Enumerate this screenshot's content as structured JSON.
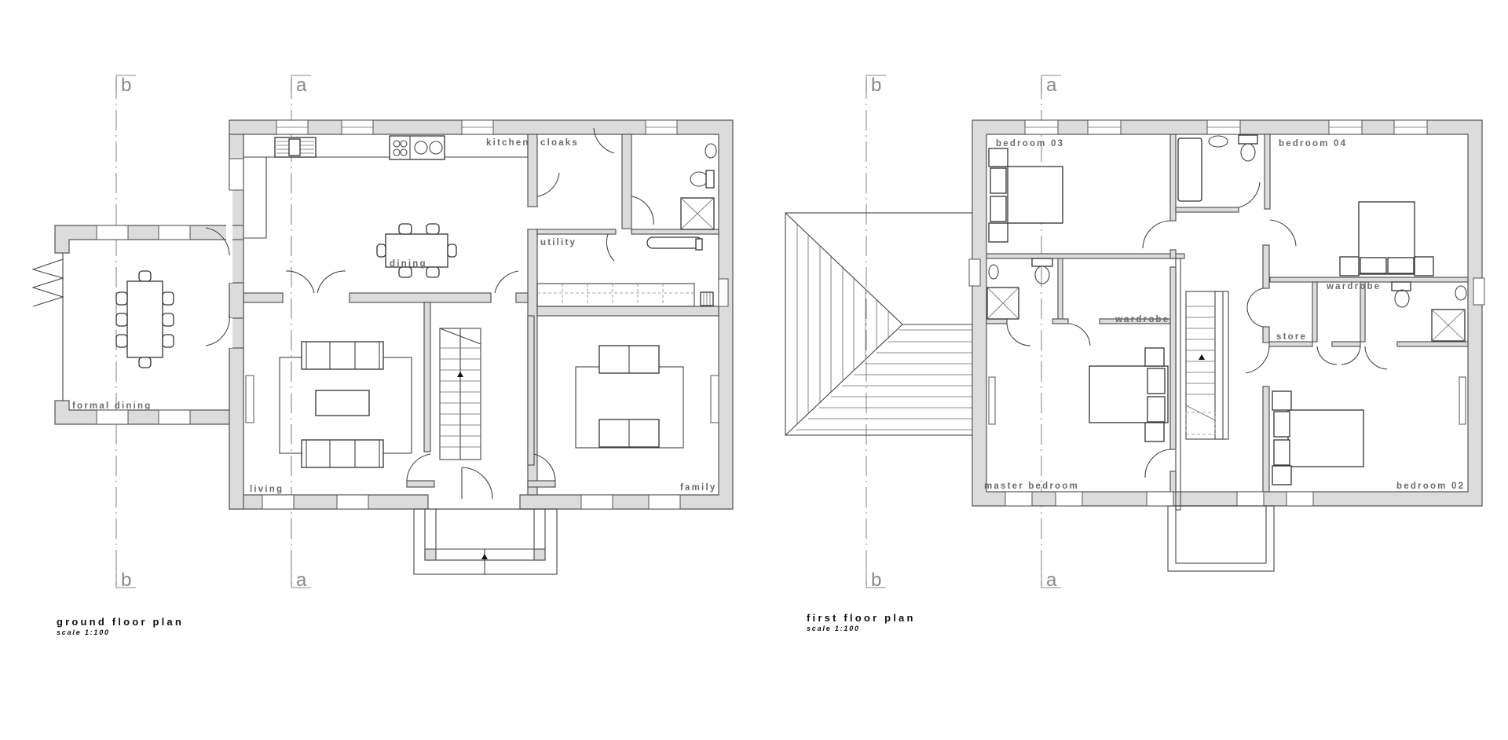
{
  "ground_floor": {
    "title": "ground floor plan",
    "scale": "scale 1:100",
    "section_markers": {
      "b_top": "b",
      "a_top": "a",
      "b_bottom": "b",
      "a_bottom": "a"
    },
    "rooms": {
      "kitchen": "kitchen",
      "cloaks": "cloaks",
      "utility": "utility",
      "dining": "dining",
      "formal_dining": "formal dining",
      "living": "living",
      "family": "family"
    }
  },
  "first_floor": {
    "title": "first floor plan",
    "scale": "scale 1:100",
    "section_markers": {
      "b_top": "b",
      "a_top": "a",
      "b_bottom": "b",
      "a_bottom": "a"
    },
    "rooms": {
      "bedroom_03": "bedroom 03",
      "bedroom_04": "bedroom 04",
      "wardrobe_left": "wardrobe",
      "wardrobe_right": "wardrobe",
      "store": "store",
      "master_bedroom": "master bedroom",
      "bedroom_02": "bedroom 02"
    }
  },
  "colors": {
    "wall_fill": "#dcdcdc",
    "line": "#444444",
    "label": "#6a6a6a",
    "title": "#111111"
  }
}
